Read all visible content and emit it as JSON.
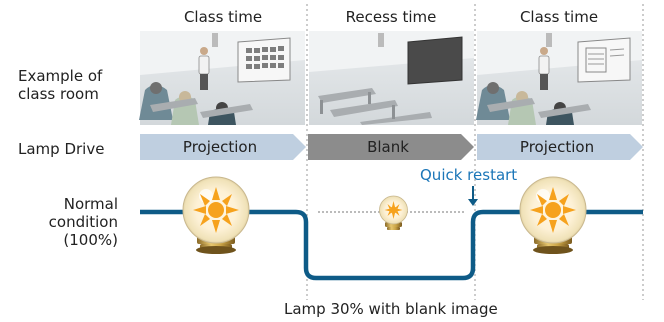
{
  "columns": [
    {
      "header": "Class time",
      "arrow_label": "Projection",
      "screen": "content"
    },
    {
      "header": "Recess time",
      "arrow_label": "Blank",
      "screen": "blank"
    },
    {
      "header": "Class time",
      "arrow_label": "Projection",
      "screen": "content"
    }
  ],
  "row_labels": {
    "classroom_line1": "Example of",
    "classroom_line2": "class room",
    "lamp_drive": "Lamp Drive",
    "normal_line1": "Normal",
    "normal_line2": "condition",
    "normal_line3": "(100%)"
  },
  "annotations": {
    "quick_restart": "Quick restart",
    "lamp_reduced": "Lamp 30% with blank image"
  },
  "colors": {
    "line": "#0e5b87",
    "arrow_projection": "#bfcfe0",
    "arrow_blank": "#8c8c8c",
    "quick_restart_text": "#1b76b8",
    "bulb_glow": "#f6a21d"
  },
  "lamp_levels_percent": [
    100,
    30,
    100
  ]
}
